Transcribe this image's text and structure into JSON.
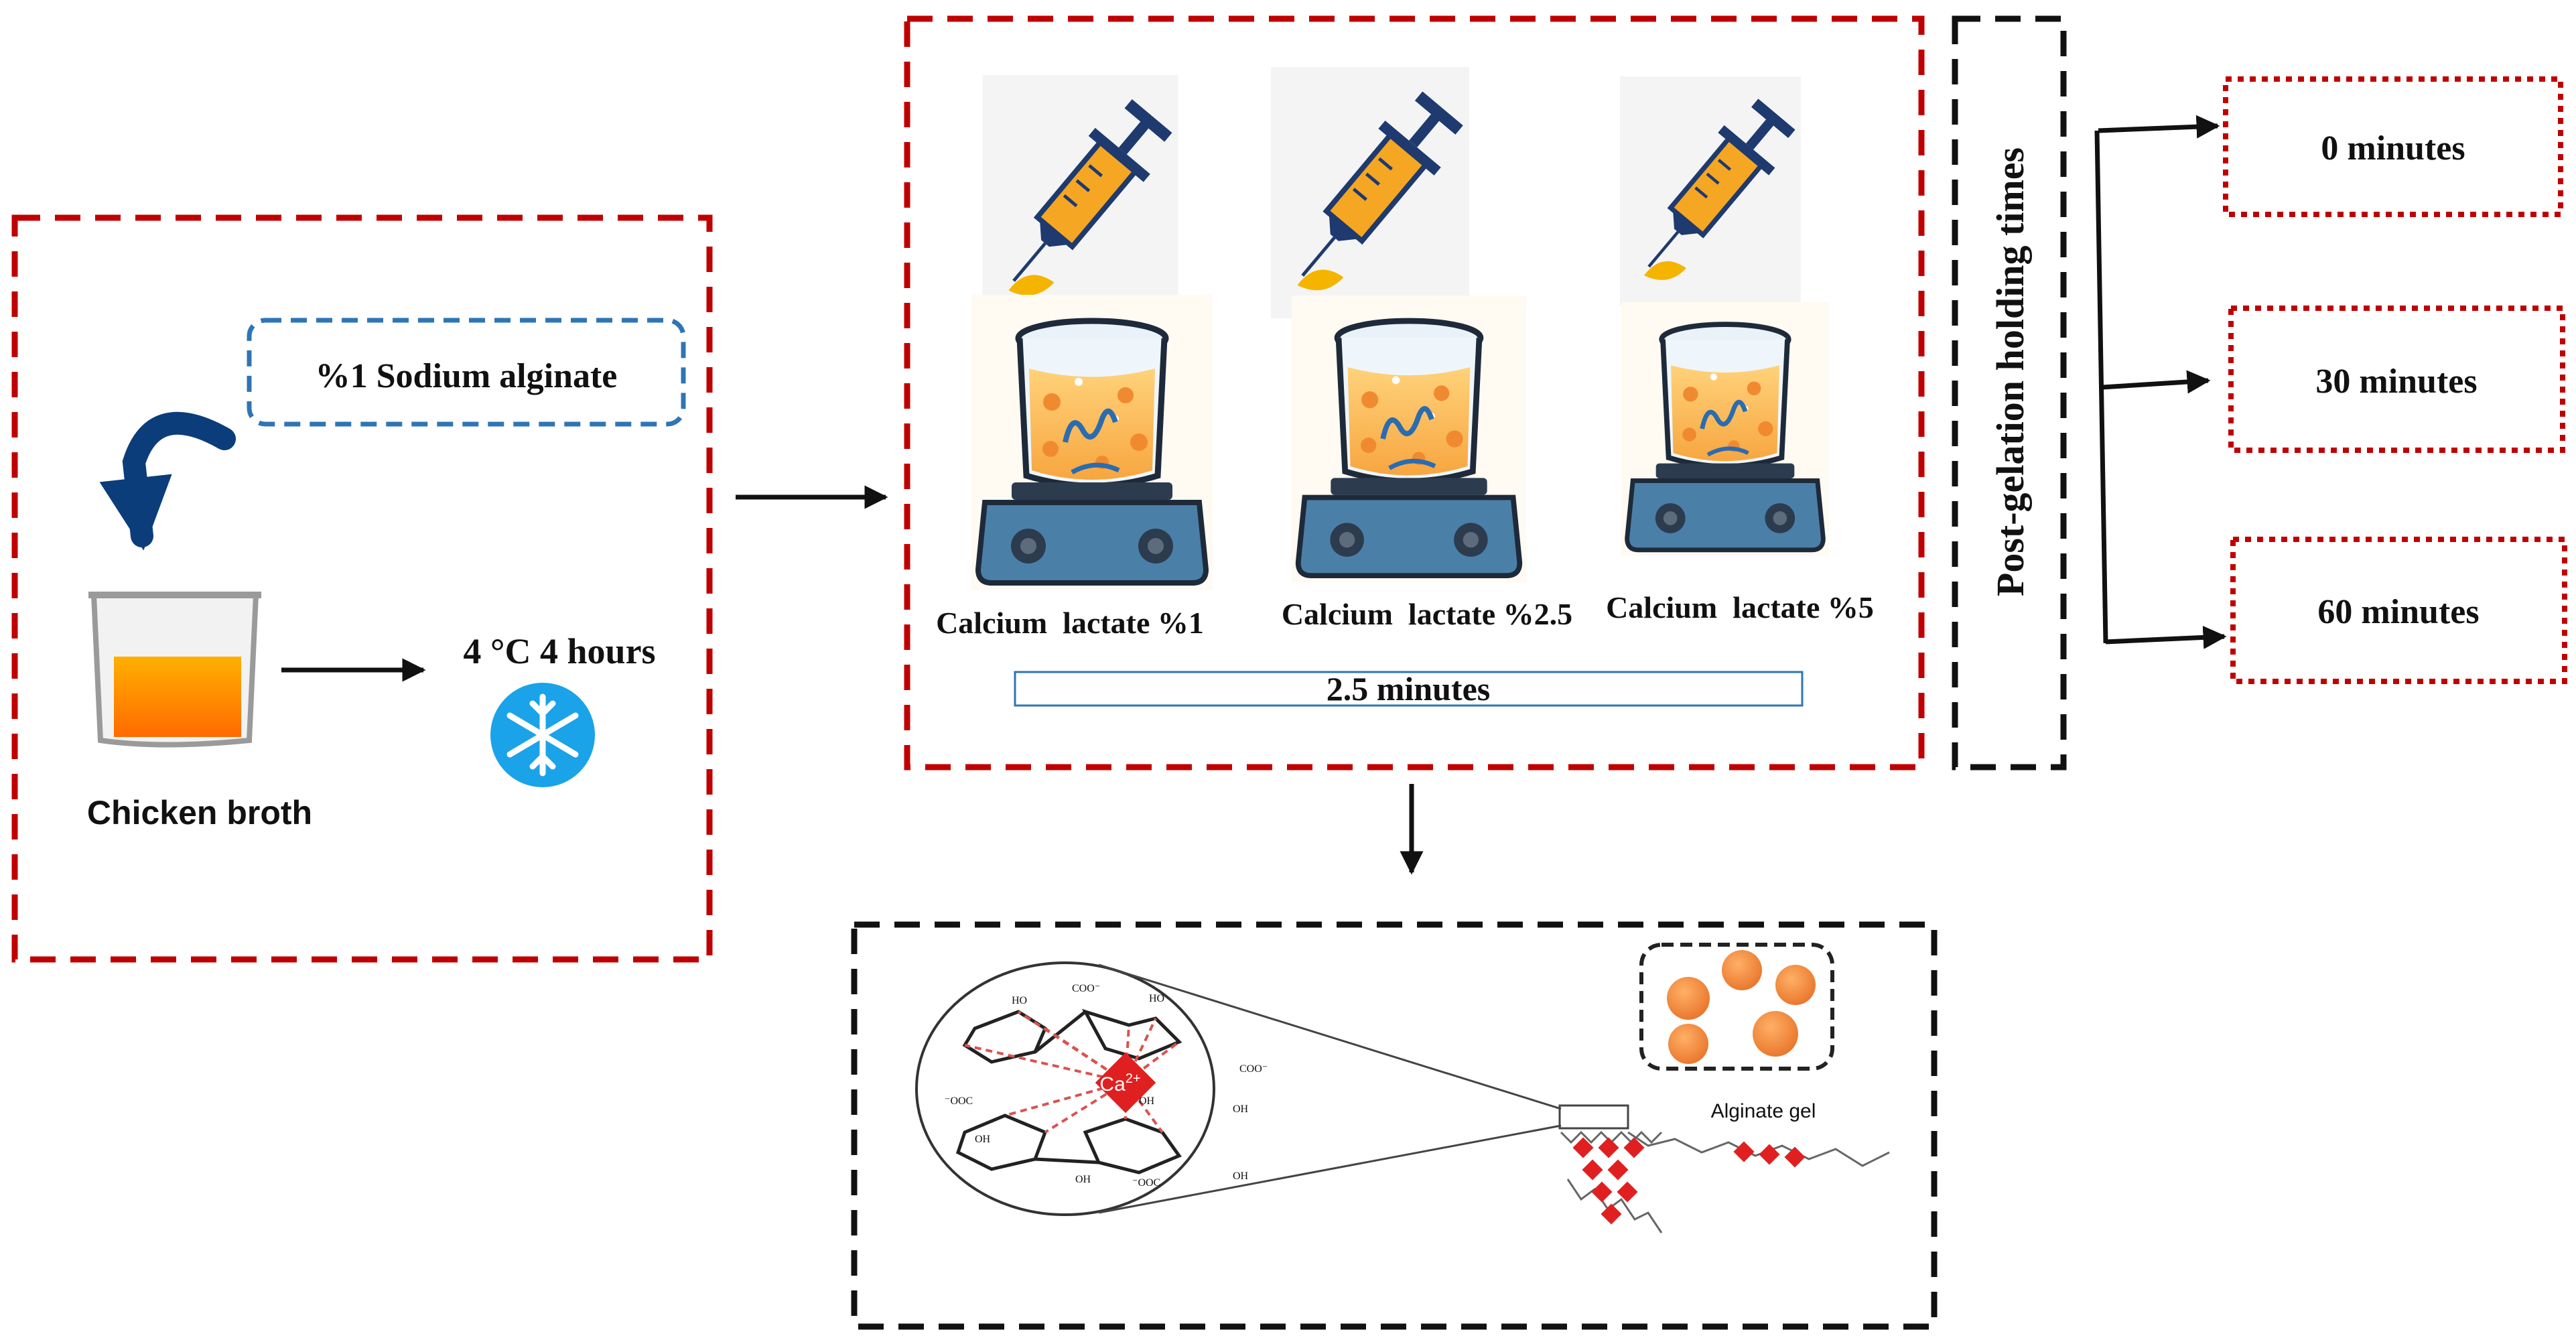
{
  "prep": {
    "sodium_alginate": "%1 Sodium alginate",
    "chicken_broth": "Chicken broth",
    "cooling": "4 °C 4 hours"
  },
  "gelation": {
    "labels": [
      "Calcium  lactate %1",
      "Calcium  lactate %2.5",
      "Calcium  lactate %5"
    ],
    "time": "2.5 minutes"
  },
  "holding": {
    "title": "Post-gelation holding times",
    "times": [
      "0 minutes",
      "30 minutes",
      "60 minutes"
    ]
  },
  "chemistry": {
    "ion": "Ca",
    "ion_sup": "2+",
    "gel_label": "Alginate gel",
    "groups": [
      "HO",
      "COO⁻",
      "HO",
      "COO⁻",
      "⁻OOC",
      "OH",
      "OH",
      "⁻OOC",
      "OH",
      "OH",
      "OH"
    ]
  },
  "colors": {
    "red_dash": "#c00000",
    "blue_dash": "#2e75b6",
    "black_dash": "#111111",
    "broth": "#ff8a00",
    "snow": "#1aa3e8",
    "arrow_blue": "#0b3d7a",
    "syringe": "#f5a623",
    "plate": "#4a7fa8"
  },
  "icons": [
    "curved-arrow-icon",
    "beaker-icon",
    "snowflake-icon",
    "syringe-icon",
    "stirrer-icon"
  ]
}
